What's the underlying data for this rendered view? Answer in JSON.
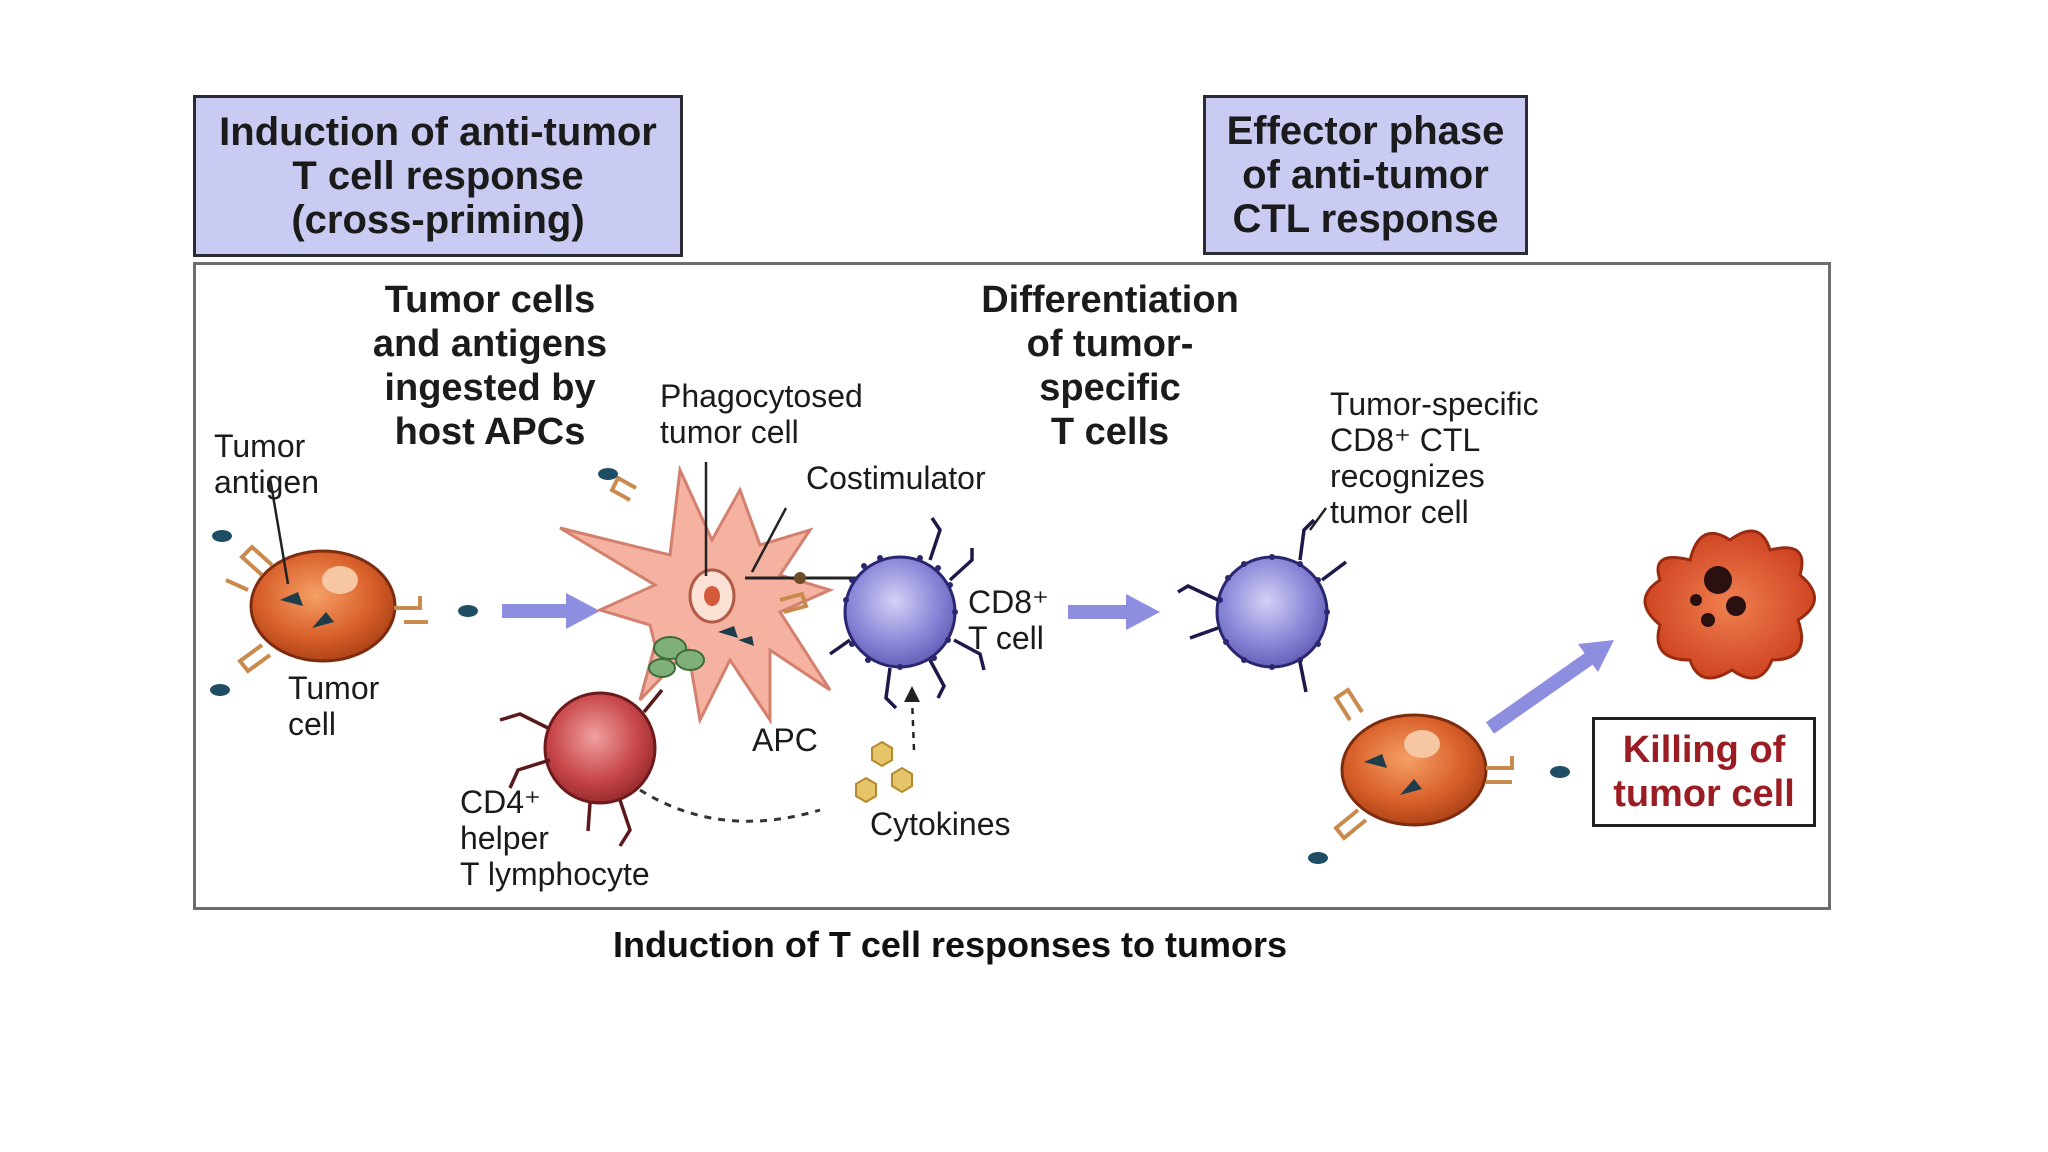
{
  "headers": {
    "induction": "Induction of anti-tumor\nT cell response\n(cross-priming)",
    "effector": "Effector phase\nof anti-tumor\nCTL response"
  },
  "headings": {
    "ingested": "Tumor cells\nand antigens\ningested by\nhost APCs",
    "differentiation": "Differentiation\nof tumor-\nspecific\nT cells"
  },
  "labels": {
    "tumor_antigen": "Tumor\nantigen",
    "tumor_cell": "Tumor\ncell",
    "phagocytosed": "Phagocytosed\ntumor cell",
    "costimulator": "Costimulator",
    "cd8_t_cell": "CD8⁺\nT cell",
    "apc": "APC",
    "cd4_helper": "CD4⁺\nhelper\nT lymphocyte",
    "cytokines": "Cytokines",
    "ctl_recognizes": "Tumor-specific\nCD8⁺ CTL\nrecognizes\ntumor cell",
    "killing": "Killing of\ntumor cell"
  },
  "caption": "Induction of T cell responses to tumors",
  "colors": {
    "header_fill": "#c9cbf3",
    "tumor_cell": "#d9602a",
    "t_cell": "#8a86d8",
    "apc": "#f6b2a0",
    "cd4": "#c8474a",
    "arrow": "#8e8ee0",
    "killing_text": "#9b1c22"
  }
}
